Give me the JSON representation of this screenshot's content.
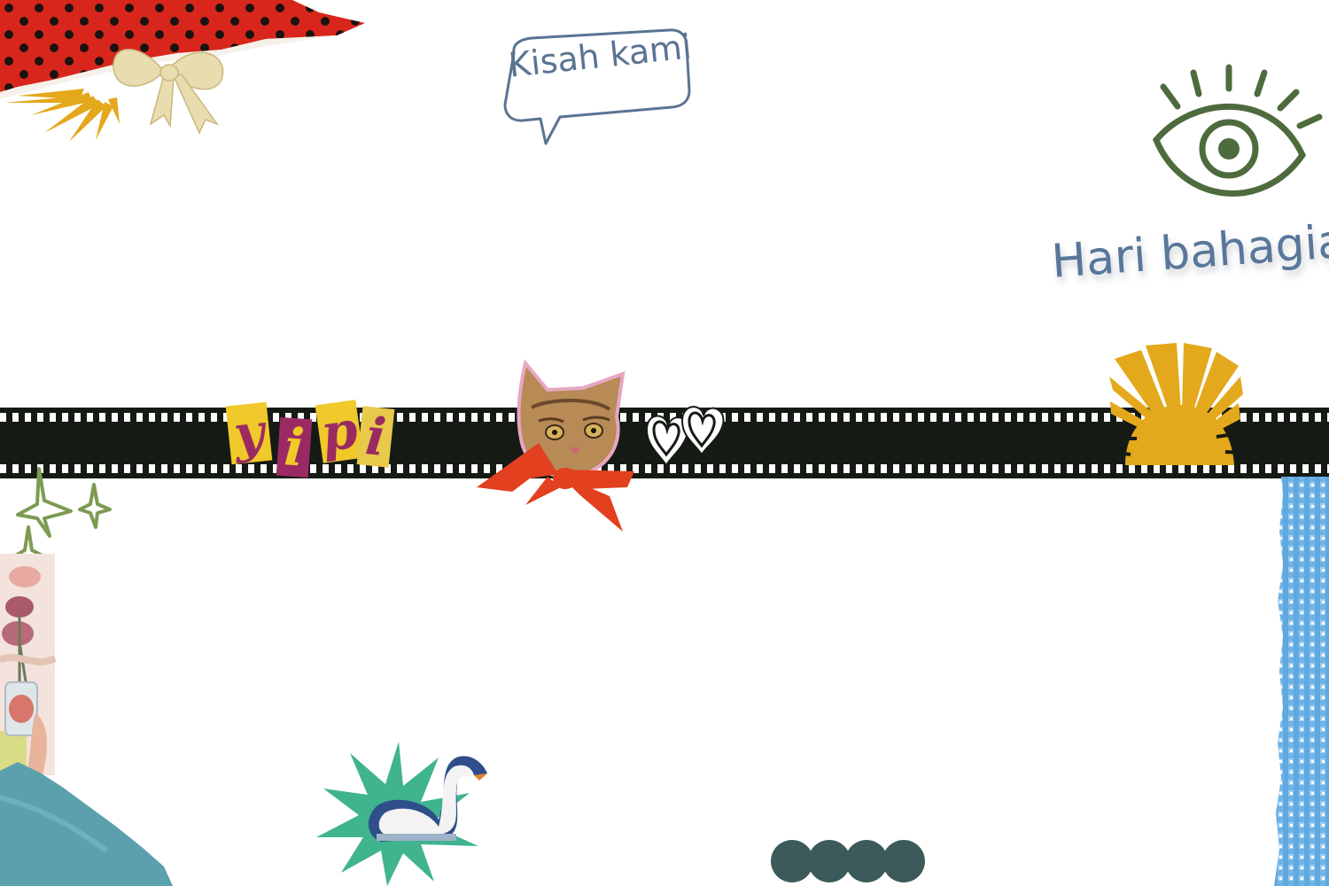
{
  "texts": {
    "bubble": "Kisah kami",
    "hari": "Hari bahagia",
    "yipi": [
      "y",
      "i",
      "p",
      "i"
    ]
  },
  "colors": {
    "film": "#151b14",
    "eye": "#4e6b3e",
    "sun": "#e3a81c",
    "bubble_stroke": "#5a7493",
    "gingham": "#7fb9e6",
    "starburst": "#3fb48e",
    "dots": "#3d5a5a",
    "polka_red": "#d9261c"
  },
  "icons": [
    "eye-icon",
    "sun-icon",
    "hearts-icon",
    "sparkle-icon",
    "swan-icon",
    "cat-icon",
    "bow-icon"
  ]
}
